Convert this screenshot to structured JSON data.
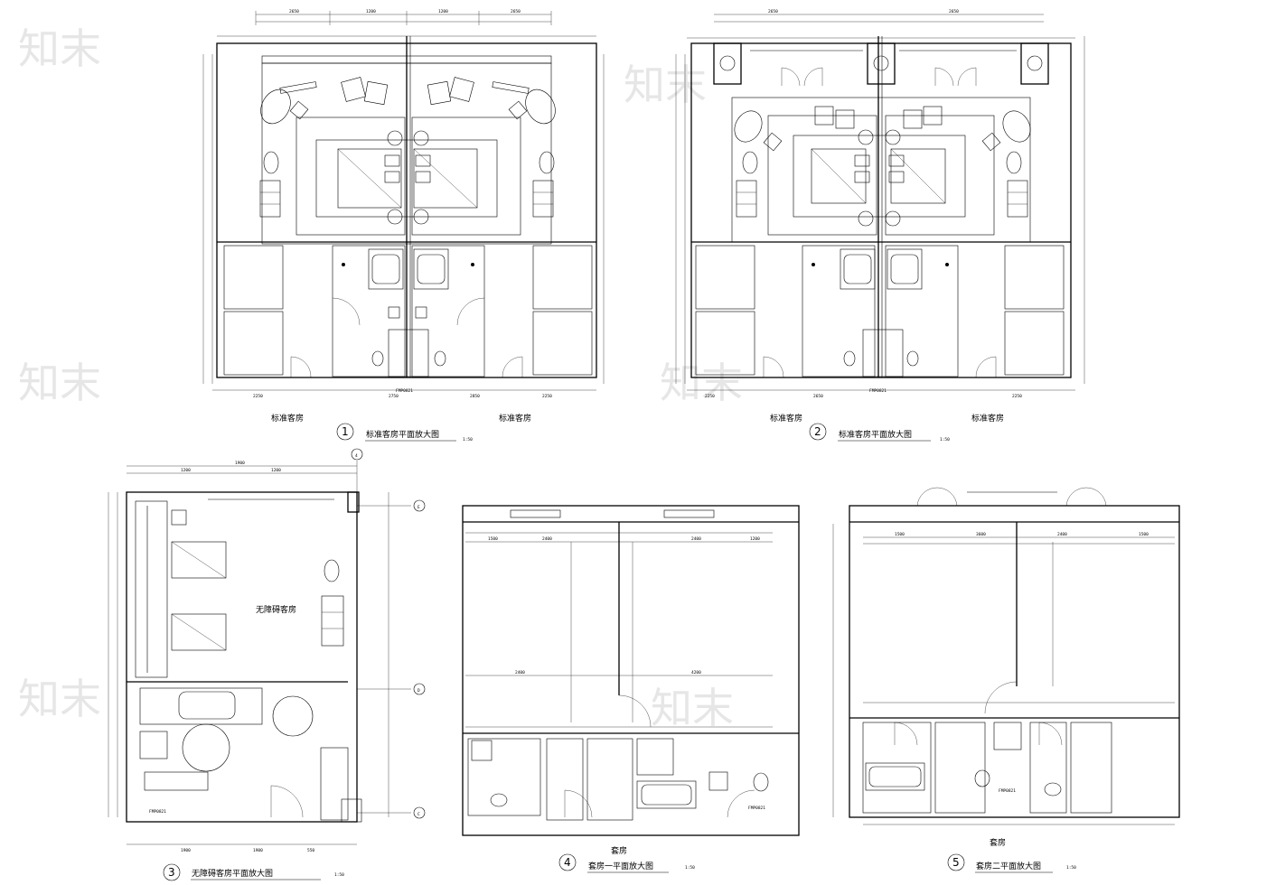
{
  "drawing": {
    "watermark": "知末",
    "plans": [
      {
        "number": "1",
        "title": "标准客房平面放大图",
        "scale": "1:50",
        "room_labels": [
          "标准客房",
          "标准客房"
        ],
        "door_tag": "FMP0821"
      },
      {
        "number": "2",
        "title": "标准客房平面放大图",
        "scale": "1:50",
        "room_labels": [
          "标准客房",
          "标准客房"
        ],
        "door_tag": "FMP0821"
      },
      {
        "number": "3",
        "title": "无障碍客房平面放大图",
        "scale": "1:50",
        "room_labels": [
          "无障碍客房"
        ],
        "door_tag": "FMP0821",
        "grid_tags": [
          "4",
          "E",
          "D",
          "C"
        ]
      },
      {
        "number": "4",
        "title": "套房一平面放大图",
        "scale": "1:50",
        "room_labels": [
          "套房"
        ],
        "door_tag": "FMP0821"
      },
      {
        "number": "5",
        "title": "套房二平面放大图",
        "scale": "1:50",
        "room_labels": [
          "套房"
        ],
        "door_tag": "FMP0821"
      }
    ]
  }
}
